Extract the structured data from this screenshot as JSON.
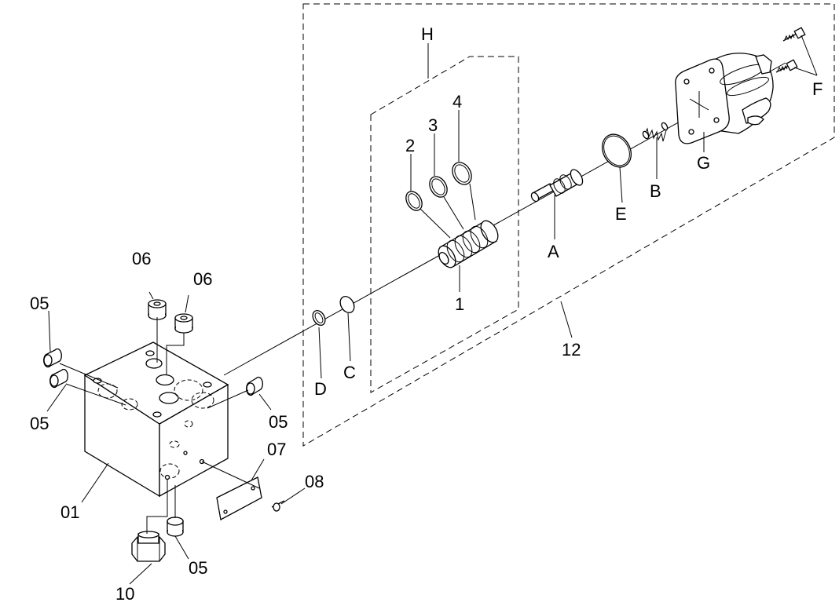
{
  "labels": {
    "l01": "01",
    "l05a": "05",
    "l05b": "05",
    "l05c": "05",
    "l05d": "05",
    "l06a": "06",
    "l06b": "06",
    "l07": "07",
    "l08": "08",
    "l10": "10",
    "l12": "12",
    "l1": "1",
    "l2": "2",
    "l3": "3",
    "l4": "4",
    "lA": "A",
    "lB": "B",
    "lC": "C",
    "lD": "D",
    "lE": "E",
    "lF": "F",
    "lG": "G",
    "lH": "H"
  }
}
